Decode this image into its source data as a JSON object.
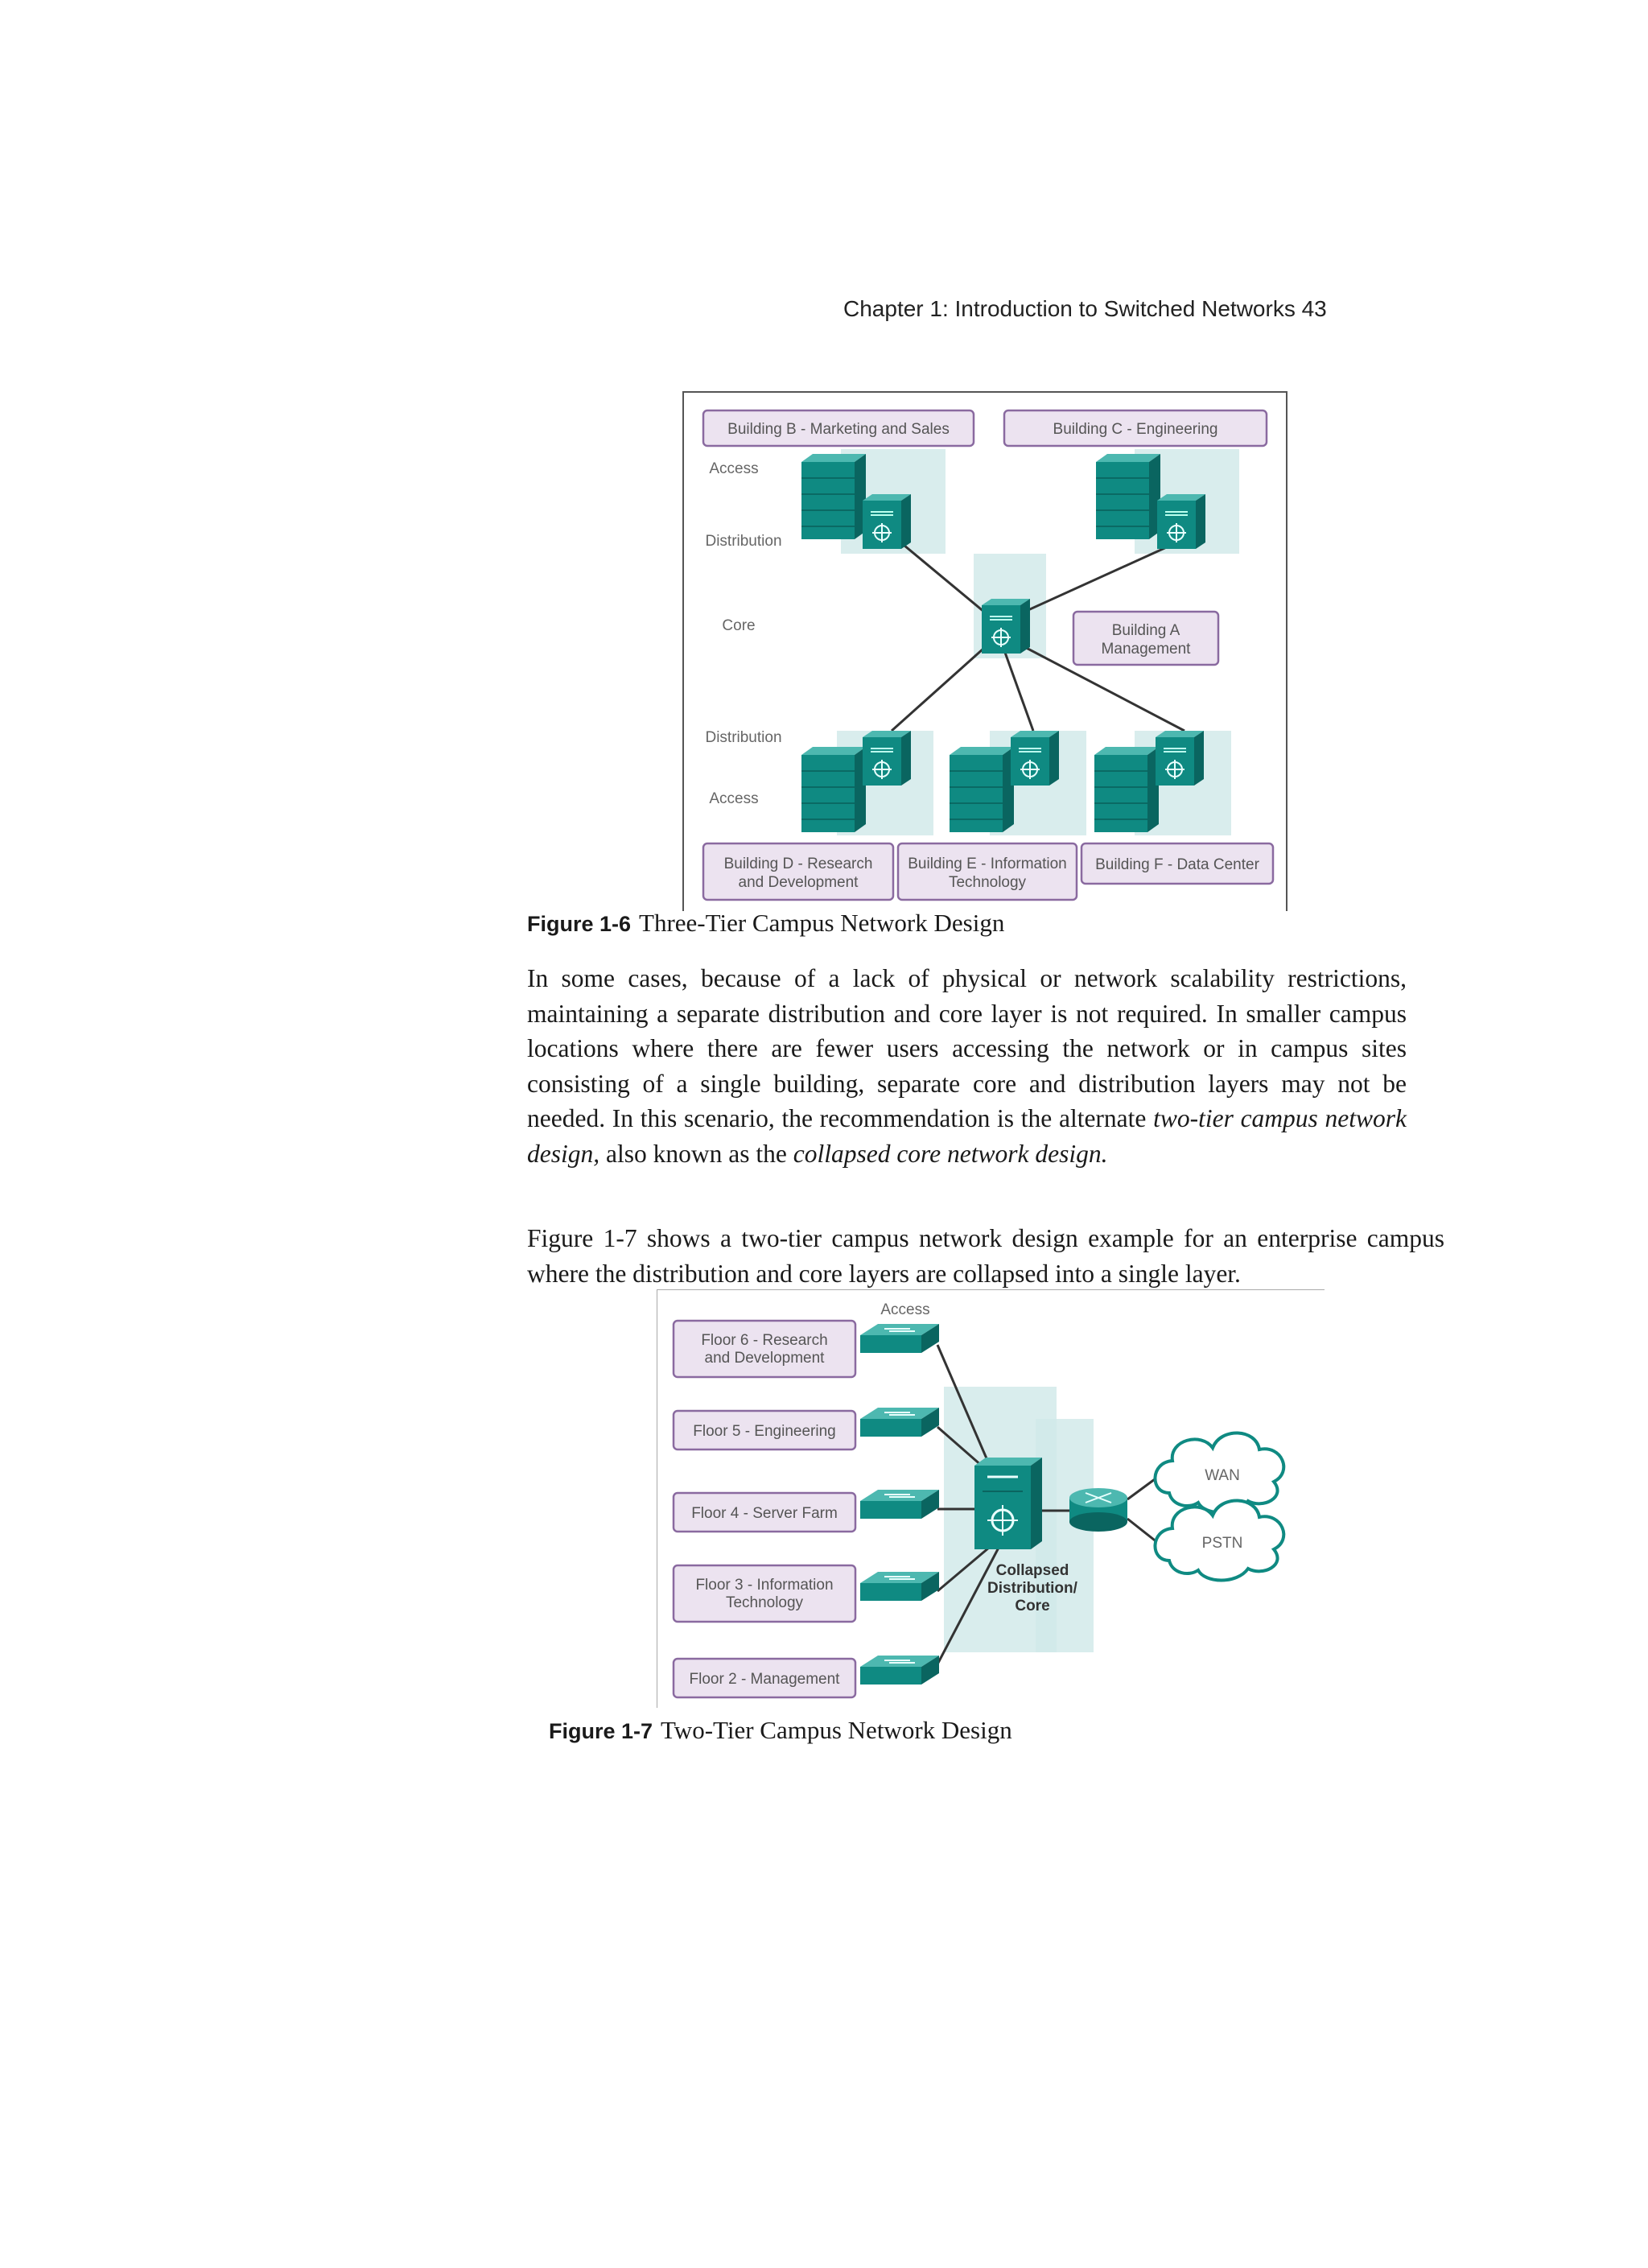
{
  "running_head": "Chapter 1: Introduction to Switched Networks 43",
  "figure_1_6": {
    "number": "Figure 1-6",
    "caption": "Three-Tier Campus Network Design",
    "buildings": {
      "b": "Building B - Marketing and Sales",
      "c": "Building C - Engineering",
      "a_line1": "Building A",
      "a_line2": "Management",
      "d_line1": "Building D - Research",
      "d_line2": "and Development",
      "e_line1": "Building E - Information",
      "e_line2": "Technology",
      "f": "Building F - Data Center"
    },
    "tiers": {
      "access_top": "Access",
      "distribution_top": "Distribution",
      "core": "Core",
      "distribution_bottom": "Distribution",
      "access_bottom": "Access"
    }
  },
  "paragraph1": {
    "text_1": "In some cases, because of a lack of physical or network scalability restrictions, maintaining a separate distribution and core layer is not required. In smaller campus locations where there are fewer users accessing the network or in campus sites consisting of a single building, separate core and distribution layers may not be needed. In this scenario, the recommendation is the alternate ",
    "em_1": "two-tier campus network design,",
    "text_2": " also known as the ",
    "em_2": "collapsed core network design."
  },
  "paragraph2": "Figure 1-7 shows a two-tier campus network design example for an enterprise campus where the distribution and core layers are collapsed into a single layer.",
  "figure_1_7": {
    "number": "Figure 1-7",
    "caption": "Two-Tier Campus Network Design",
    "access_label": "Access",
    "floors": {
      "f6_line1": "Floor 6 - Research",
      "f6_line2": "and Development",
      "f5": "Floor 5 - Engineering",
      "f4": "Floor 4 - Server Farm",
      "f3_line1": "Floor 3 - Information",
      "f3_line2": "Technology",
      "f2": "Floor 2 - Management"
    },
    "collapsed_line1": "Collapsed",
    "collapsed_line2": "Distribution/",
    "collapsed_line3": "Core",
    "wan": "WAN",
    "pstn": "PSTN"
  }
}
